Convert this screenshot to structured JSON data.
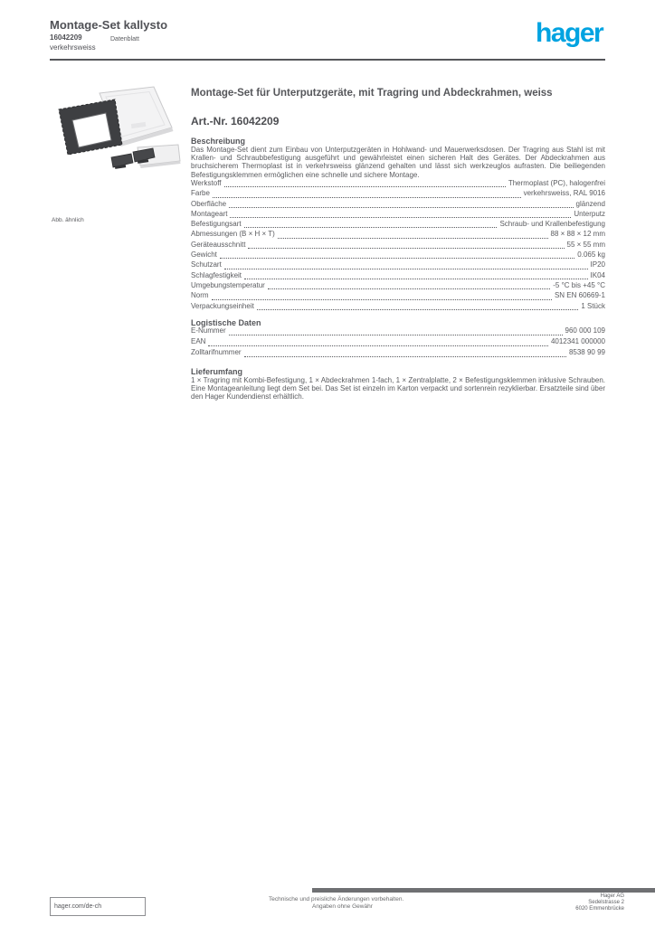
{
  "header": {
    "product_line": "Montage-Set kallysto",
    "article_short": "16042209",
    "variant": "verkehrsweiss",
    "doc_type": "Datenblatt",
    "logo_text": "hager",
    "logo_color": "#00a3e1"
  },
  "product": {
    "title": "Montage-Set für Unterputzgeräte, mit Tragring und Abdeckrahmen, weiss",
    "article_number": "Art.-Nr. 16042209",
    "photo_caption": "Abb. ähnlich",
    "description_label": "Beschreibung",
    "description": "Das Montage-Set dient zum Einbau von Unterputzgeräten in Hohlwand- und Mauerwerksdosen. Der Tragring aus Stahl ist mit Krallen- und Schraubbefestigung ausgeführt und gewährleistet einen sicheren Halt des Gerätes. Der Abdeckrahmen aus bruchsicherem Thermoplast ist in verkehrsweiss glänzend gehalten und lässt sich werkzeuglos aufrasten. Die beiliegenden Befestigungsklemmen ermöglichen eine schnelle und sichere Montage."
  },
  "tech": {
    "rows": [
      {
        "label": "Werkstoff",
        "value": "Thermoplast (PC), halogenfrei"
      },
      {
        "label": "Farbe",
        "value": "verkehrsweiss, RAL 9016"
      },
      {
        "label": "Oberfläche",
        "value": "glänzend"
      },
      {
        "label": "Montageart",
        "value": "Unterputz"
      },
      {
        "label": "Befestigungsart",
        "value": "Schraub- und Krallenbefestigung"
      },
      {
        "label": "Abmessungen (B × H × T)",
        "value": "88 × 88 × 12 mm"
      },
      {
        "label": "Geräteausschnitt",
        "value": "55 × 55 mm"
      },
      {
        "label": "Gewicht",
        "value": "0.065 kg"
      },
      {
        "label": "Schutzart",
        "value": "IP20"
      },
      {
        "label": "Schlagfestigkeit",
        "value": "IK04"
      },
      {
        "label": "Umgebungstemperatur",
        "value": "-5 °C bis +45 °C"
      },
      {
        "label": "Norm",
        "value": "SN EN 60669-1"
      },
      {
        "label": "Verpackungseinheit",
        "value": "1 Stück"
      }
    ]
  },
  "logistics": {
    "header": "Logistische Daten",
    "rows": [
      {
        "label": "E-Nummer",
        "value": "960 000 109"
      },
      {
        "label": "EAN",
        "value": "4012341 000000"
      },
      {
        "label": "Zolltarifnummer",
        "value": "8538 90 99"
      }
    ]
  },
  "scope": {
    "header": "Lieferumfang",
    "text": "1 × Tragring mit Kombi-Befestigung, 1 × Abdeckrahmen 1-fach, 1 × Zentralplatte, 2 × Befestigungsklemmen inklusive Schrauben. Eine Montageanleitung liegt dem Set bei. Das Set ist einzeln im Karton verpackt und sortenrein rezyklierbar. Ersatzteile sind über den Hager Kundendienst erhältlich."
  },
  "footer": {
    "website": "hager.com/de-ch",
    "center_line1": "Technische und preisliche Änderungen vorbehalten.",
    "center_line2": "Angaben ohne Gewähr",
    "address_lines": [
      "Hager AG",
      "Sedelstrasse 2",
      "6020 Emmenbrücke"
    ]
  }
}
